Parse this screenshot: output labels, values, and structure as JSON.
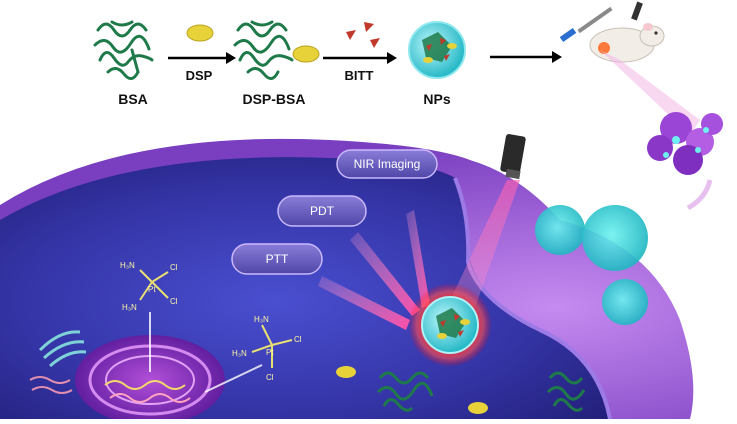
{
  "synthesis": {
    "protein_label": "BSA",
    "drug_label": "DSP",
    "conjugate_label": "DSP-BSA",
    "dye_label": "BITT",
    "nanoparticle_label": "NPs"
  },
  "modalities": {
    "imaging": "NIR Imaging",
    "pdt": "PDT",
    "ptt": "PTT"
  },
  "molecule_labels": {
    "amine": "H₃N",
    "amine_lower": "H₃N",
    "platinum": "Pt",
    "chloride": "Cl"
  },
  "colors": {
    "protein": "#1f7a4a",
    "drug": "#e8d23a",
    "dye": "#c0392b",
    "nanoparticle": "#3fd0d8",
    "cell": "#3a3aa8",
    "laser": "#ff3da8",
    "ros_beam": "#ff7ab8"
  }
}
